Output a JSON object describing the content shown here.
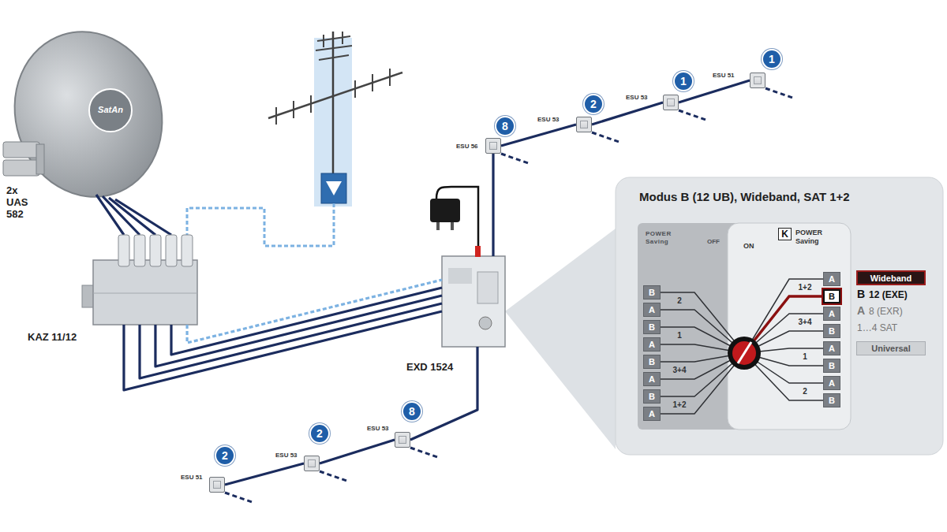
{
  "diagram": {
    "nodes": [
      {
        "text": [
          "KAZ 11/12"
        ]
      },
      {
        "text": [
          "EXD 1524"
        ]
      },
      {
        "text": [
          "ESU 56"
        ]
      },
      {
        "text": [
          "8"
        ]
      },
      {
        "text": [
          "ESU 53"
        ]
      },
      {
        "text": [
          "2"
        ]
      },
      {
        "text": [
          "ESU 53"
        ]
      },
      {
        "text": [
          "1"
        ]
      },
      {
        "text": [
          "ESU 51"
        ]
      },
      {
        "text": [
          "1"
        ]
      },
      {
        "text": [
          "ESU 53"
        ]
      },
      {
        "text": [
          "8"
        ]
      },
      {
        "text": [
          "ESU 53"
        ]
      },
      {
        "text": [
          "2"
        ]
      },
      {
        "text": [
          "ESU 51"
        ]
      },
      {
        "text": [
          "2"
        ]
      },
      {
        "text": [
          "Modus B (12 UB), Wideband, SAT 1+2"
        ]
      },
      {
        "text": [
          "POWER Saving",
          "OFF"
        ],
        "in": 16
      },
      {
        "text": [
          "B"
        ],
        "in": 17
      },
      {
        "text": [
          "A"
        ],
        "in": 17
      },
      {
        "text": [
          "B"
        ],
        "in": 17
      },
      {
        "text": [
          "A"
        ],
        "in": 17
      },
      {
        "text": [
          "B"
        ],
        "in": 17
      },
      {
        "text": [
          "A"
        ],
        "in": 17
      },
      {
        "text": [
          "B"
        ],
        "in": 17
      },
      {
        "text": [
          "A"
        ],
        "in": 17
      },
      {
        "text": [
          "ON",
          "POWER Saving"
        ],
        "in": 16
      },
      {
        "text": [
          "A"
        ],
        "in": 26
      },
      {
        "text": [
          "B"
        ],
        "in": 26
      },
      {
        "text": [
          "A"
        ],
        "in": 26
      },
      {
        "text": [
          "B"
        ],
        "in": 26
      },
      {
        "text": [
          "A"
        ],
        "in": 26
      },
      {
        "text": [
          "B"
        ],
        "in": 26
      },
      {
        "text": [
          "A"
        ],
        "in": 26
      },
      {
        "text": [
          "B"
        ],
        "in": 26
      },
      {
        "text": [
          "Wideband"
        ],
        "in": 16
      },
      {
        "text": [
          "Universal"
        ],
        "in": 16
      }
    ],
    "edges": [
      {
        "from": 0,
        "to": 1,
        "arrow": "none"
      },
      {
        "from": 0,
        "to": 1,
        "arrow": "none"
      },
      {
        "from": 0,
        "to": 1,
        "arrow": "none"
      },
      {
        "from": 0,
        "to": 1,
        "arrow": "none"
      },
      {
        "from": 0,
        "to": 1,
        "arrow": "none"
      },
      {
        "from": 1,
        "to": 2,
        "arrow": "none"
      },
      {
        "from": 2,
        "to": 4,
        "arrow": "none"
      },
      {
        "from": 4,
        "to": 6,
        "arrow": "none"
      },
      {
        "from": 6,
        "to": 8,
        "arrow": "none"
      },
      {
        "from": 1,
        "to": 10,
        "arrow": "none"
      },
      {
        "from": 10,
        "to": 12,
        "arrow": "none"
      },
      {
        "from": 12,
        "to": 14,
        "arrow": "none"
      }
    ],
    "labels": [
      "2x UAS 582",
      "SatAn",
      "K",
      "2",
      "1",
      "3+4",
      "1+2",
      "1+2",
      "3+4",
      "1",
      "2",
      "B",
      "12 (EXE)",
      "A",
      "8 (EXR)",
      "1…4 SAT"
    ]
  }
}
